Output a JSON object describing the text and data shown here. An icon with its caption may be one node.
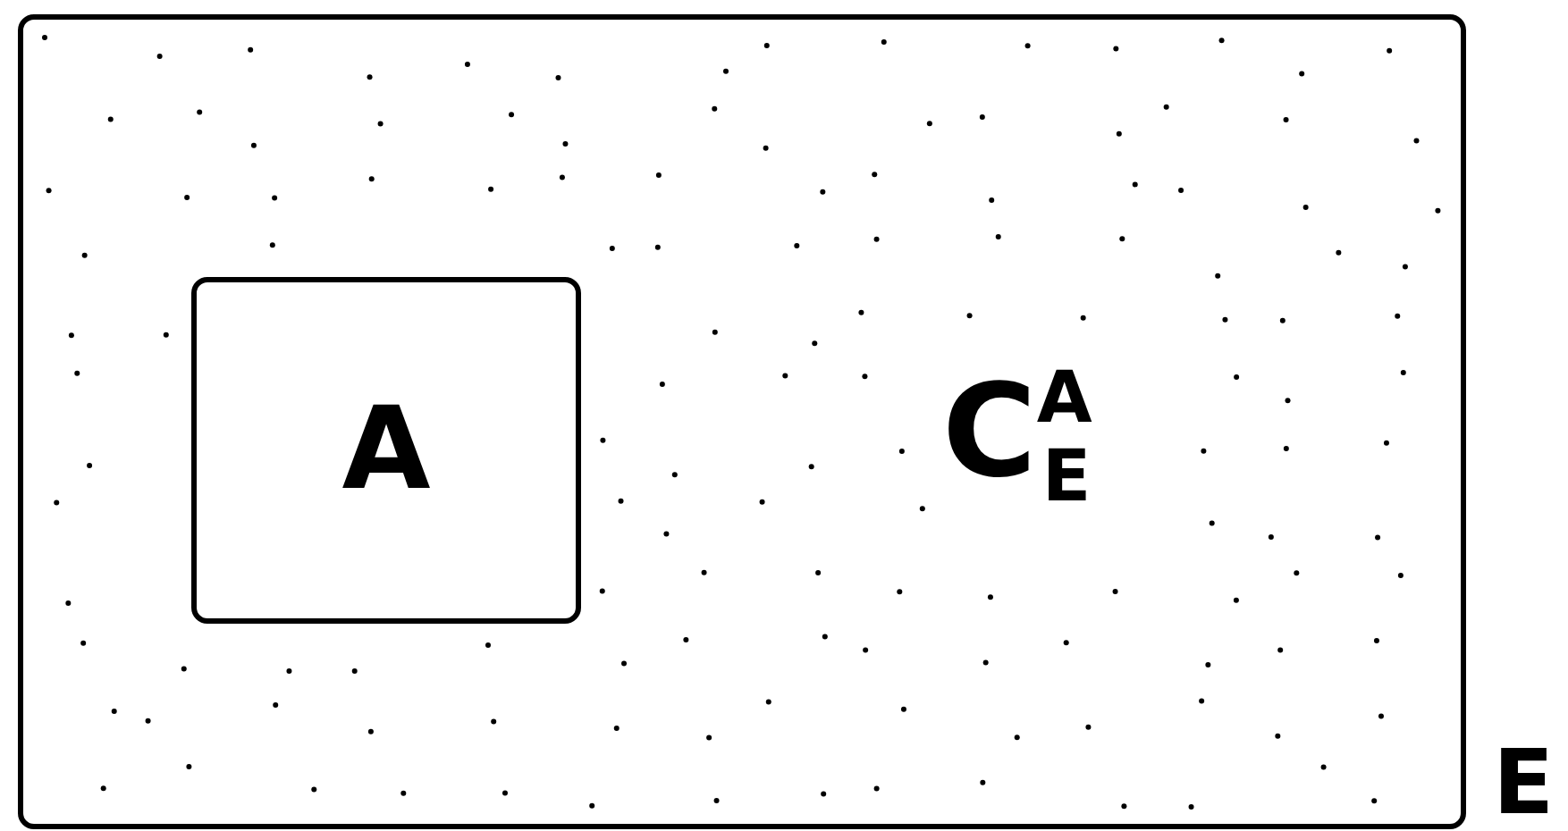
{
  "diagram": {
    "nodes": [
      {
        "text": [
          "E"
        ]
      },
      {
        "text": [
          "A"
        ],
        "in": 0
      }
    ],
    "labels": [
      "C$^{A}$$_{E}$"
    ]
  }
}
